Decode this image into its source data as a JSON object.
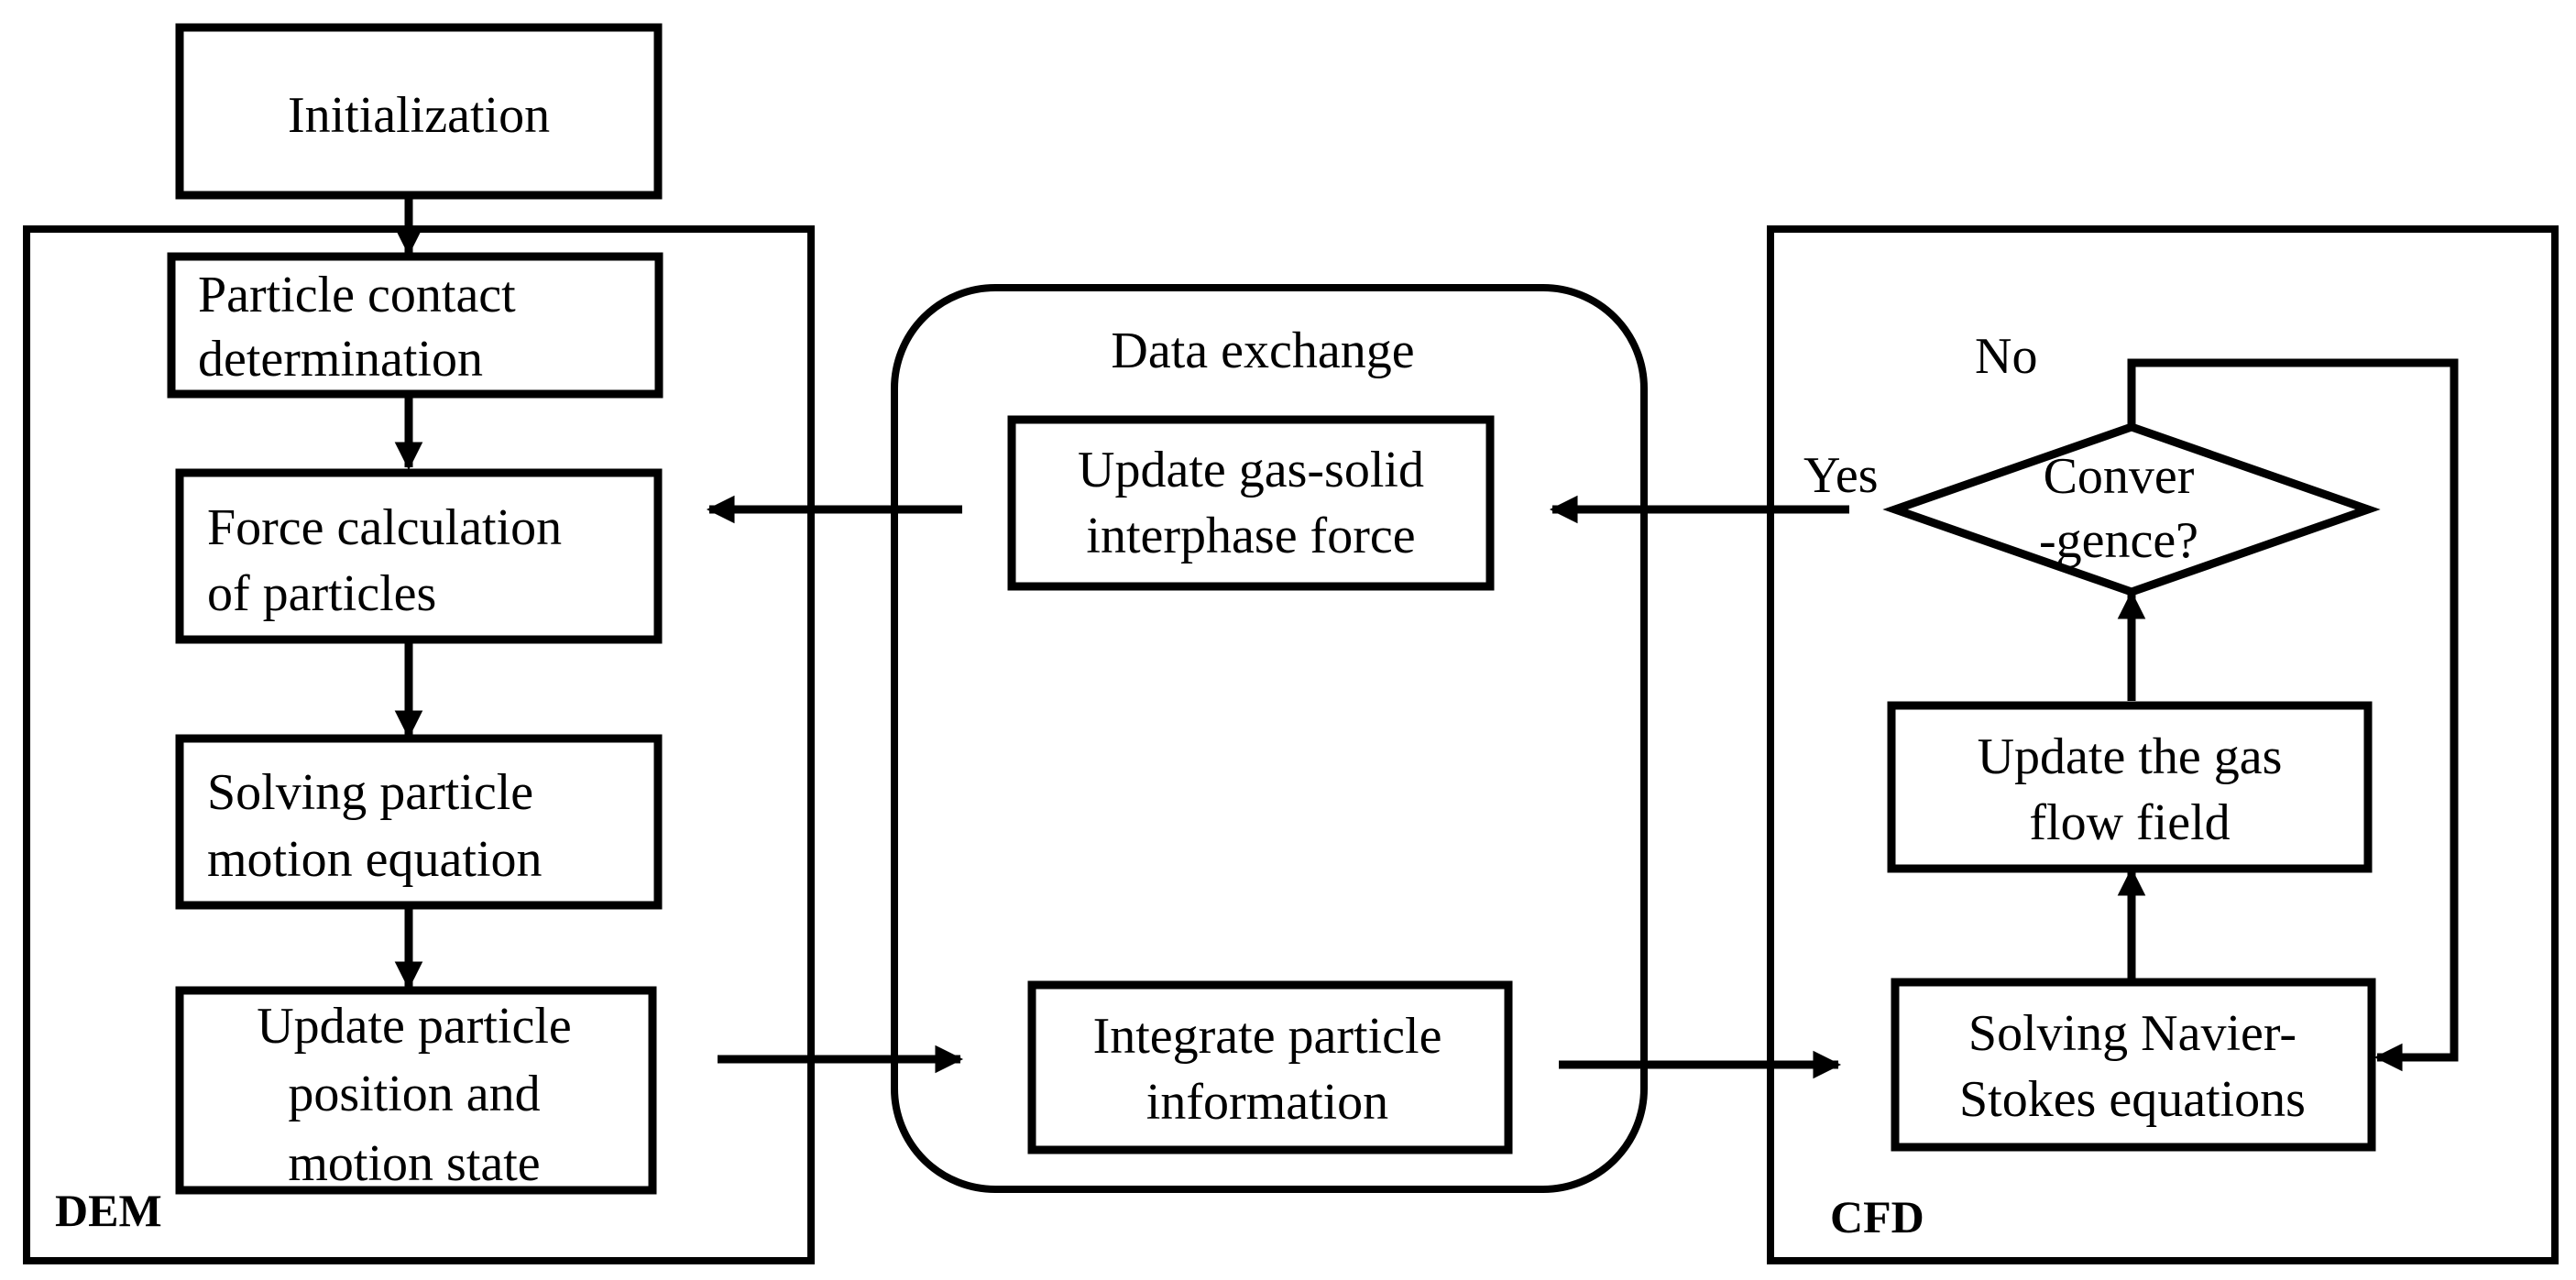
{
  "sections": {
    "dem": "DEM",
    "cfd": "CFD",
    "exchange": "Data exchange"
  },
  "nodes": {
    "init": "Initialization",
    "contact": [
      "Particle contact",
      "determination"
    ],
    "force": [
      "Force calculation",
      "of particles"
    ],
    "motion": [
      "Solving particle",
      "motion equation"
    ],
    "update_state": [
      "Update particle",
      "position and",
      "motion state"
    ],
    "interphase": [
      "Update gas-solid",
      "interphase force"
    ],
    "integrate": [
      "Integrate particle",
      "information"
    ],
    "navier": [
      "Solving Navier-",
      "Stokes equations"
    ],
    "gasflow": [
      "Update the gas",
      "flow field"
    ],
    "convergence": [
      "Conver",
      "-gence?"
    ]
  },
  "edges": {
    "yes": "Yes",
    "no": "No"
  }
}
